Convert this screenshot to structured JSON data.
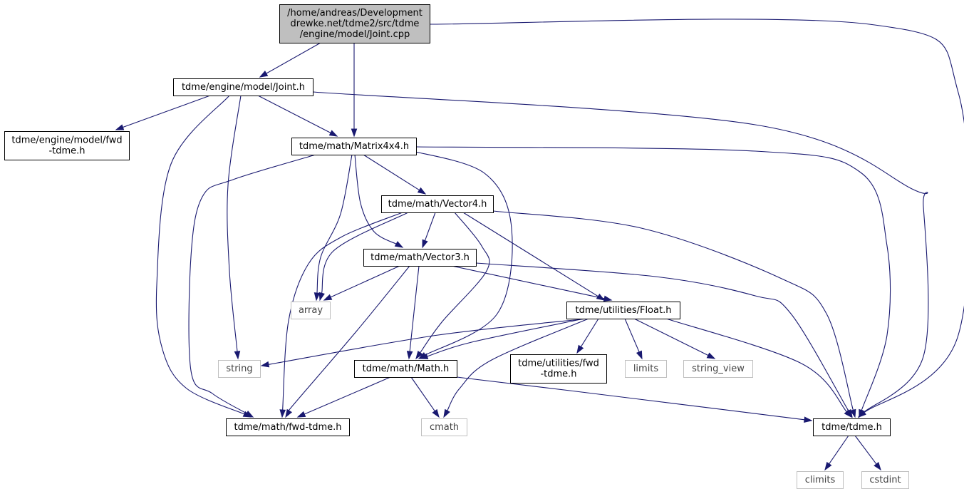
{
  "colors": {
    "edge": "#191970",
    "root_fill": "#bfbfbf",
    "node_border": "#000000",
    "system_border": "#bfbfbf",
    "system_text": "#444444"
  },
  "nodes": {
    "root": {
      "lines": [
        "/home/andreas/Development",
        "drewke.net/tdme2/src/tdme",
        "/engine/model/Joint.cpp"
      ],
      "kind": "root"
    },
    "joint_h": {
      "lines": [
        "tdme/engine/model/Joint.h"
      ],
      "kind": "header"
    },
    "model_fwd": {
      "lines": [
        "tdme/engine/model/fwd",
        "-tdme.h"
      ],
      "kind": "header"
    },
    "matrix4x4": {
      "lines": [
        "tdme/math/Matrix4x4.h"
      ],
      "kind": "header"
    },
    "vector4": {
      "lines": [
        "tdme/math/Vector4.h"
      ],
      "kind": "header"
    },
    "vector3": {
      "lines": [
        "tdme/math/Vector3.h"
      ],
      "kind": "header"
    },
    "array": {
      "lines": [
        "array"
      ],
      "kind": "system"
    },
    "float_h": {
      "lines": [
        "tdme/utilities/Float.h"
      ],
      "kind": "header"
    },
    "string": {
      "lines": [
        "string"
      ],
      "kind": "system"
    },
    "math_h": {
      "lines": [
        "tdme/math/Math.h"
      ],
      "kind": "header"
    },
    "util_fwd": {
      "lines": [
        "tdme/utilities/fwd",
        "-tdme.h"
      ],
      "kind": "header"
    },
    "limits": {
      "lines": [
        "limits"
      ],
      "kind": "system"
    },
    "string_view": {
      "lines": [
        "string_view"
      ],
      "kind": "system"
    },
    "math_fwd": {
      "lines": [
        "tdme/math/fwd-tdme.h"
      ],
      "kind": "header"
    },
    "cmath": {
      "lines": [
        "cmath"
      ],
      "kind": "system"
    },
    "tdme_h": {
      "lines": [
        "tdme/tdme.h"
      ],
      "kind": "header"
    },
    "climits": {
      "lines": [
        "climits"
      ],
      "kind": "system"
    },
    "cstdint": {
      "lines": [
        "cstdint"
      ],
      "kind": "system"
    }
  },
  "edges": [
    [
      "root",
      "joint_h"
    ],
    [
      "root",
      "matrix4x4"
    ],
    [
      "root",
      "tdme_h"
    ],
    [
      "joint_h",
      "model_fwd"
    ],
    [
      "joint_h",
      "matrix4x4"
    ],
    [
      "joint_h",
      "string"
    ],
    [
      "joint_h",
      "math_fwd"
    ],
    [
      "joint_h",
      "tdme_h"
    ],
    [
      "matrix4x4",
      "array"
    ],
    [
      "matrix4x4",
      "vector4"
    ],
    [
      "matrix4x4",
      "vector3"
    ],
    [
      "matrix4x4",
      "math_h"
    ],
    [
      "matrix4x4",
      "math_fwd"
    ],
    [
      "matrix4x4",
      "tdme_h"
    ],
    [
      "vector4",
      "array"
    ],
    [
      "vector4",
      "vector3"
    ],
    [
      "vector4",
      "float_h"
    ],
    [
      "vector4",
      "math_h"
    ],
    [
      "vector4",
      "math_fwd"
    ],
    [
      "vector4",
      "tdme_h"
    ],
    [
      "vector3",
      "array"
    ],
    [
      "vector3",
      "float_h"
    ],
    [
      "vector3",
      "math_h"
    ],
    [
      "vector3",
      "math_fwd"
    ],
    [
      "vector3",
      "tdme_h"
    ],
    [
      "float_h",
      "string"
    ],
    [
      "float_h",
      "math_h"
    ],
    [
      "float_h",
      "util_fwd"
    ],
    [
      "float_h",
      "limits"
    ],
    [
      "float_h",
      "string_view"
    ],
    [
      "float_h",
      "cmath"
    ],
    [
      "float_h",
      "tdme_h"
    ],
    [
      "math_h",
      "math_fwd"
    ],
    [
      "math_h",
      "cmath"
    ],
    [
      "math_h",
      "tdme_h"
    ],
    [
      "tdme_h",
      "climits"
    ],
    [
      "tdme_h",
      "cstdint"
    ]
  ]
}
